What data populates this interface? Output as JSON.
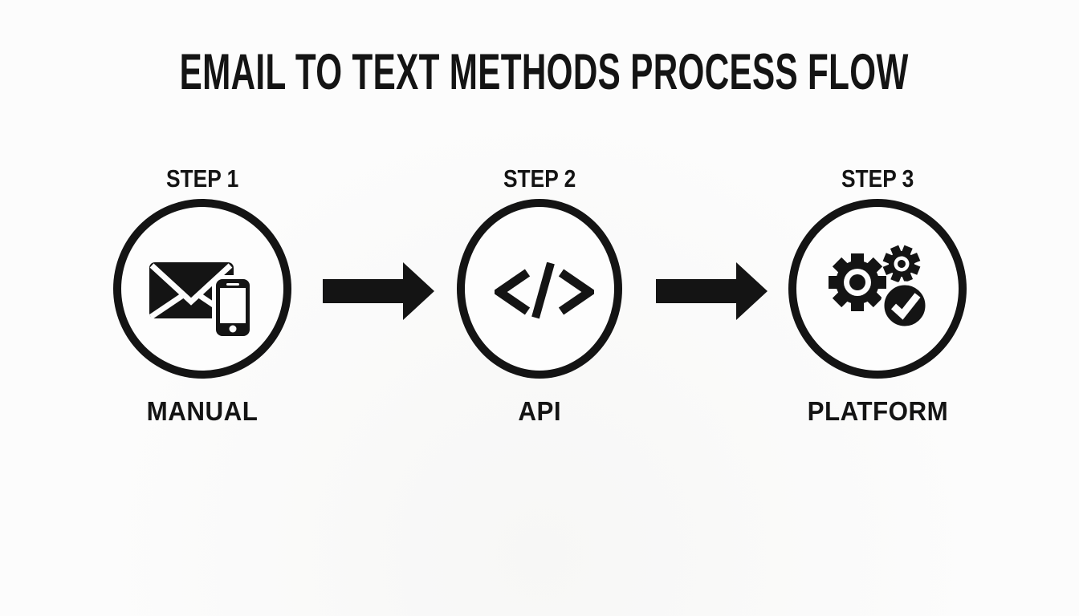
{
  "title": "EMAIL TO TEXT METHODS PROCESS FLOW",
  "colors": {
    "ink": "#141414",
    "background": "#fcfcfc"
  },
  "steps": [
    {
      "step_label": "STEP 1",
      "method_label": "MANUAL",
      "icon": "email-phone-icon"
    },
    {
      "step_label": "STEP 2",
      "method_label": "API",
      "icon": "code-icon"
    },
    {
      "step_label": "STEP 3",
      "method_label": "PLATFORM",
      "icon": "gears-check-icon"
    }
  ],
  "connectors": [
    {
      "type": "arrow-right"
    },
    {
      "type": "arrow-right"
    }
  ]
}
